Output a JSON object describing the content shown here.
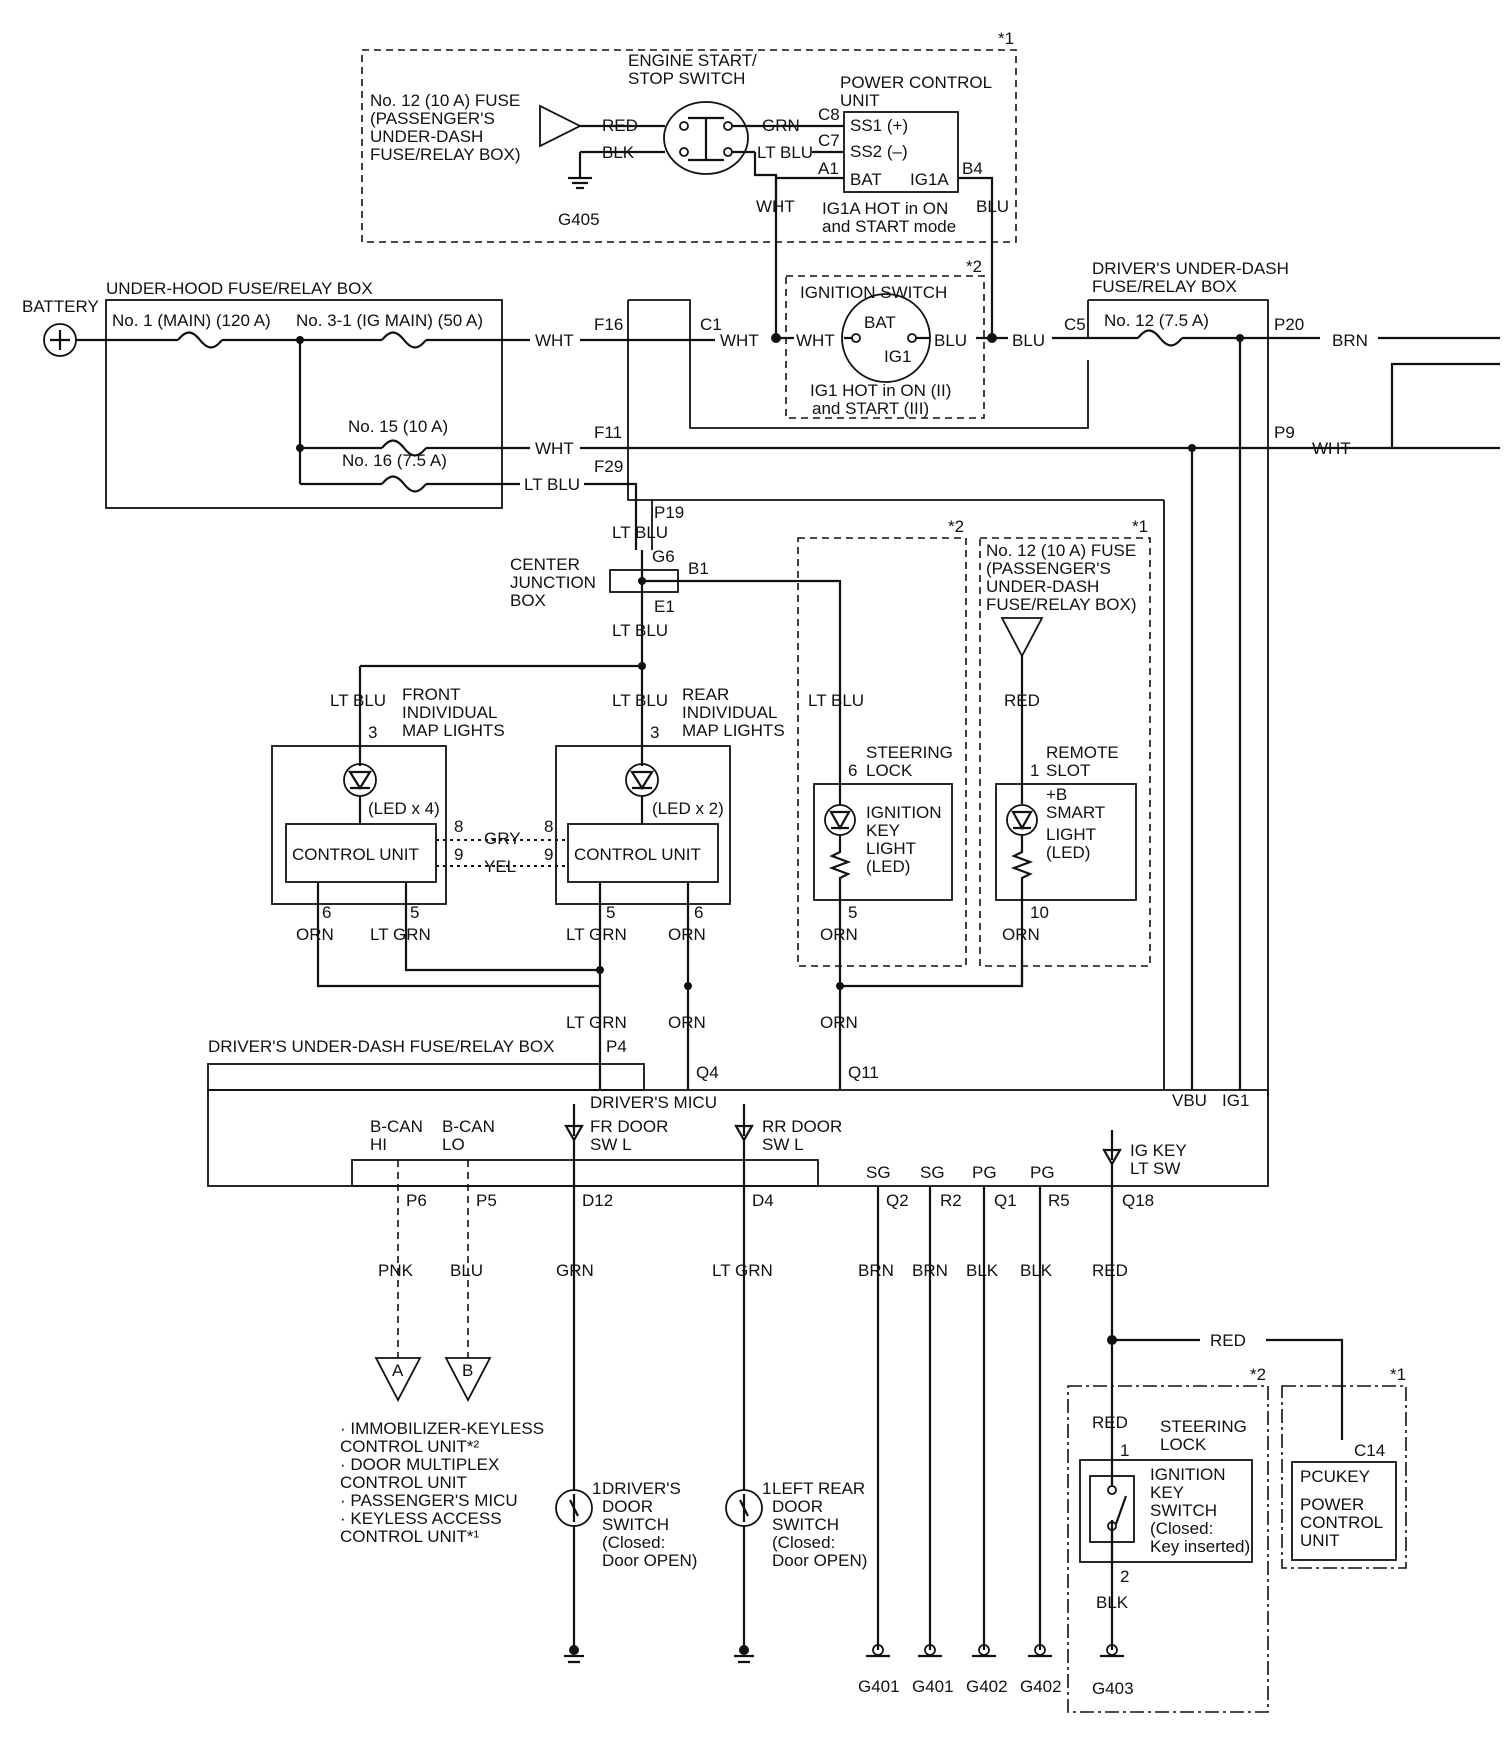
{
  "notes": {
    "n1": "*1",
    "n2": "*2"
  },
  "top_module": {
    "fuse_label": [
      "No. 12 (10 A) FUSE",
      "(PASSENGER'S",
      "UNDER-DASH",
      "FUSE/RELAY BOX)"
    ],
    "switch_label": [
      "ENGINE START/",
      "STOP SWITCH"
    ],
    "pcu_label": [
      "POWER CONTROL",
      "UNIT"
    ],
    "pins": {
      "c8": "C8",
      "c7": "C7",
      "a1": "A1",
      "b4": "B4"
    },
    "pcu_pins": {
      "ss1": "SS1 (+)",
      "ss2": "SS2 (–)",
      "bat": "BAT",
      "ig1a": "IG1A"
    },
    "wires": {
      "red": "RED",
      "blk": "BLK",
      "grn": "GRN",
      "ltblu": "LT BLU",
      "wht": "WHT",
      "blu": "BLU"
    },
    "ground": "G405",
    "ig1a_note": [
      "IG1A HOT in ON",
      "and START mode"
    ]
  },
  "battery": "BATTERY",
  "underhood": {
    "title": "UNDER-HOOD FUSE/RELAY BOX",
    "fuse1": "No. 1 (MAIN) (120 A)",
    "fuse31": "No. 3-1 (IG MAIN) (50 A)",
    "fuse15": "No. 15 (10 A)",
    "fuse16": "No. 16 (7.5 A)",
    "pins": {
      "f16": "F16",
      "f11": "F11",
      "f29": "F29"
    },
    "wires": {
      "wht1": "WHT",
      "wht2": "WHT",
      "ltblu": "LT BLU"
    }
  },
  "ignition_switch": {
    "title": "IGNITION SWITCH",
    "bat": "BAT",
    "ig1": "IG1",
    "c1": "C1",
    "wht_a": "WHT",
    "wht_b": "WHT",
    "blu_a": "BLU",
    "blu_b": "BLU",
    "note": [
      "IG1 HOT in ON (II)",
      "and START (III)"
    ]
  },
  "driver_box_top": {
    "title": [
      "DRIVER'S UNDER-DASH",
      "FUSE/RELAY BOX"
    ],
    "c5": "C5",
    "fuse12": "No. 12 (7.5 A)",
    "p20": "P20",
    "p9": "P9",
    "brn": "BRN",
    "wht": "WHT"
  },
  "center_junction": {
    "label": [
      "CENTER",
      "JUNCTION",
      "BOX"
    ],
    "p19": "P19",
    "g6": "G6",
    "b1": "B1",
    "e1": "E1",
    "ltblu_a": "LT BLU",
    "ltblu_b": "LT BLU"
  },
  "front_map": {
    "label": [
      "FRONT",
      "INDIVIDUAL",
      "MAP LIGHTS"
    ],
    "wire": "LT BLU",
    "pin3": "3",
    "led": "(LED x 4)",
    "control": "CONTROL UNIT",
    "pin8": "8",
    "pin9": "9",
    "pin6": "6",
    "pin5": "5",
    "orn": "ORN",
    "ltgrn": "LT GRN"
  },
  "rear_map": {
    "label": [
      "REAR",
      "INDIVIDUAL",
      "MAP LIGHTS"
    ],
    "wire": "LT BLU",
    "pin3": "3",
    "led": "(LED x 2)",
    "control": "CONTROL UNIT",
    "pin8": "8",
    "pin9": "9",
    "pin5": "5",
    "pin6": "6",
    "ltgrn": "LT GRN",
    "orn": "ORN"
  },
  "gry": "GRY",
  "yel": "YEL",
  "steering_lock": {
    "wire": "LT BLU",
    "label": [
      "STEERING",
      "LOCK"
    ],
    "pin6": "6",
    "light": [
      "IGNITION",
      "KEY",
      "LIGHT",
      "(LED)"
    ],
    "pin5": "5",
    "orn": "ORN"
  },
  "remote_slot": {
    "fuse_label": [
      "No. 12 (10 A) FUSE",
      "(PASSENGER'S",
      "UNDER-DASH",
      "FUSE/RELAY BOX)"
    ],
    "red": "RED",
    "label": [
      "REMOTE",
      "SLOT"
    ],
    "pin1": "1",
    "light": [
      "+B",
      "SMART",
      "LIGHT",
      "(LED)"
    ],
    "pin10": "10",
    "orn": "ORN"
  },
  "merge_labels": {
    "ltgrn": "LT GRN",
    "orn1": "ORN",
    "orn2": "ORN"
  },
  "micu": {
    "box_title": "DRIVER'S UNDER-DASH FUSE/RELAY BOX",
    "title": "DRIVER'S MICU",
    "p4": "P4",
    "q4": "Q4",
    "q11": "Q11",
    "vbu": "VBU",
    "ig1": "IG1",
    "bcan_hi": [
      "B-CAN",
      "HI"
    ],
    "bcan_lo": [
      "B-CAN",
      "LO"
    ],
    "fr_door": [
      "FR DOOR",
      "SW L"
    ],
    "rr_door": [
      "RR DOOR",
      "SW L"
    ],
    "ig_key": [
      "IG KEY",
      "LT SW"
    ],
    "sg1": "SG",
    "sg2": "SG",
    "pg1": "PG",
    "pg2": "PG"
  },
  "bottom_pins": {
    "p6": "P6",
    "p5": "P5",
    "d12": "D12",
    "d4": "D4",
    "q2": "Q2",
    "r2": "R2",
    "q1": "Q1",
    "r5": "R5",
    "q18": "Q18"
  },
  "bottom_wires": {
    "pnk": "PNK",
    "blu": "BLU",
    "grn": "GRN",
    "ltgrn": "LT GRN",
    "brn1": "BRN",
    "brn2": "BRN",
    "blk1": "BLK",
    "blk2": "BLK",
    "red": "RED",
    "red2": "RED"
  },
  "connectors": {
    "a": "A",
    "b": "B"
  },
  "can_units": [
    "· IMMOBILIZER-KEYLESS",
    "CONTROL UNIT*²",
    "· DOOR MULTIPLEX",
    "CONTROL UNIT",
    "· PASSENGER'S MICU",
    "· KEYLESS ACCESS",
    "CONTROL UNIT*¹"
  ],
  "driver_door": {
    "pin": "1",
    "label": [
      "DRIVER'S",
      "DOOR",
      "SWITCH",
      "(Closed:",
      "Door OPEN)"
    ]
  },
  "rear_door": {
    "pin": "1",
    "label": [
      "LEFT REAR",
      "DOOR",
      "SWITCH",
      "(Closed:",
      "Door OPEN)"
    ]
  },
  "grounds": {
    "g401a": "G401",
    "g401b": "G401",
    "g402a": "G402",
    "g402b": "G402",
    "g403": "G403"
  },
  "steering_lock2": {
    "red": "RED",
    "label": [
      "STEERING",
      "LOCK"
    ],
    "pin1": "1",
    "switch": [
      "IGNITION",
      "KEY",
      "SWITCH",
      "(Closed:",
      "Key inserted)"
    ],
    "pin2": "2",
    "blk": "BLK"
  },
  "pcu_bottom": {
    "c14": "C14",
    "pcukey": "PCUKEY",
    "label": [
      "POWER",
      "CONTROL",
      "UNIT"
    ]
  }
}
